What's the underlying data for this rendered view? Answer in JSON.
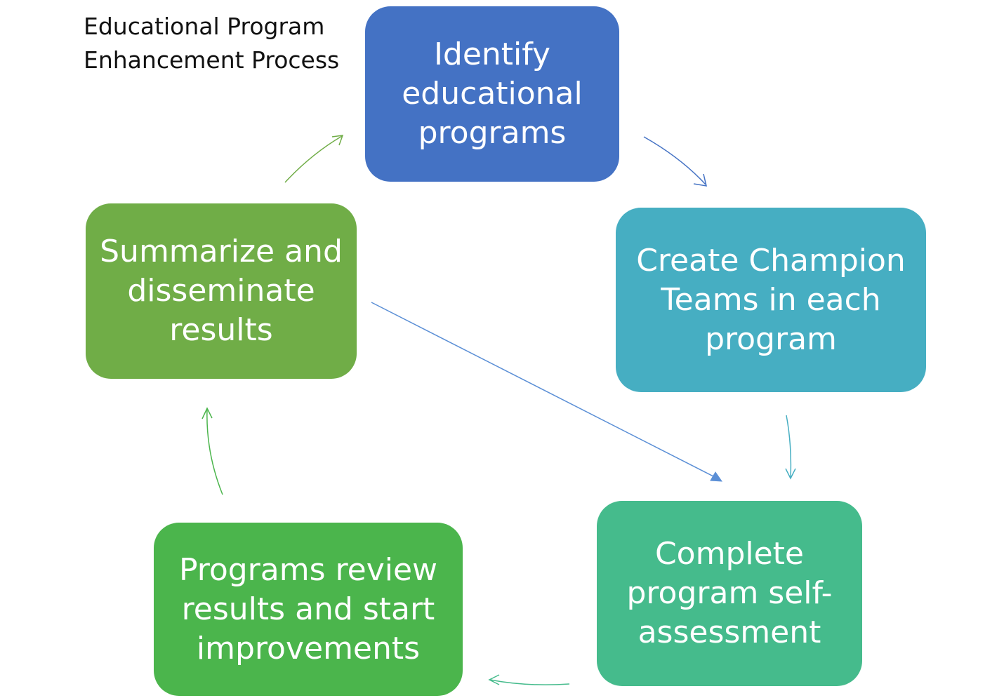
{
  "title": {
    "line1": "Educational Program",
    "line2": "Enhancement Process"
  },
  "steps": [
    {
      "id": "identify",
      "line1": "Identify",
      "line2": "educational",
      "line3": "programs",
      "color": "#4472c4"
    },
    {
      "id": "create",
      "line1": "Create Champion",
      "line2": "Teams in each",
      "line3": "program",
      "color": "#46aec2"
    },
    {
      "id": "complete",
      "line1": "Complete",
      "line2": "program self-",
      "line3": "assessment",
      "color": "#45bb8c"
    },
    {
      "id": "review",
      "line1": "Programs review",
      "line2": "results and start",
      "line3": "improvements",
      "color": "#4bb54c"
    },
    {
      "id": "summarize",
      "line1": "Summarize and",
      "line2": "disseminate",
      "line3": "results",
      "color": "#70ad47"
    }
  ],
  "arrow_colors": {
    "identify_to_create": "#4472c4",
    "create_to_complete": "#46aec2",
    "complete_to_review": "#45bb8c",
    "review_to_summarize": "#4bb54c",
    "summarize_to_identify": "#70ad47",
    "summarize_to_complete": "#5b8fd6"
  }
}
